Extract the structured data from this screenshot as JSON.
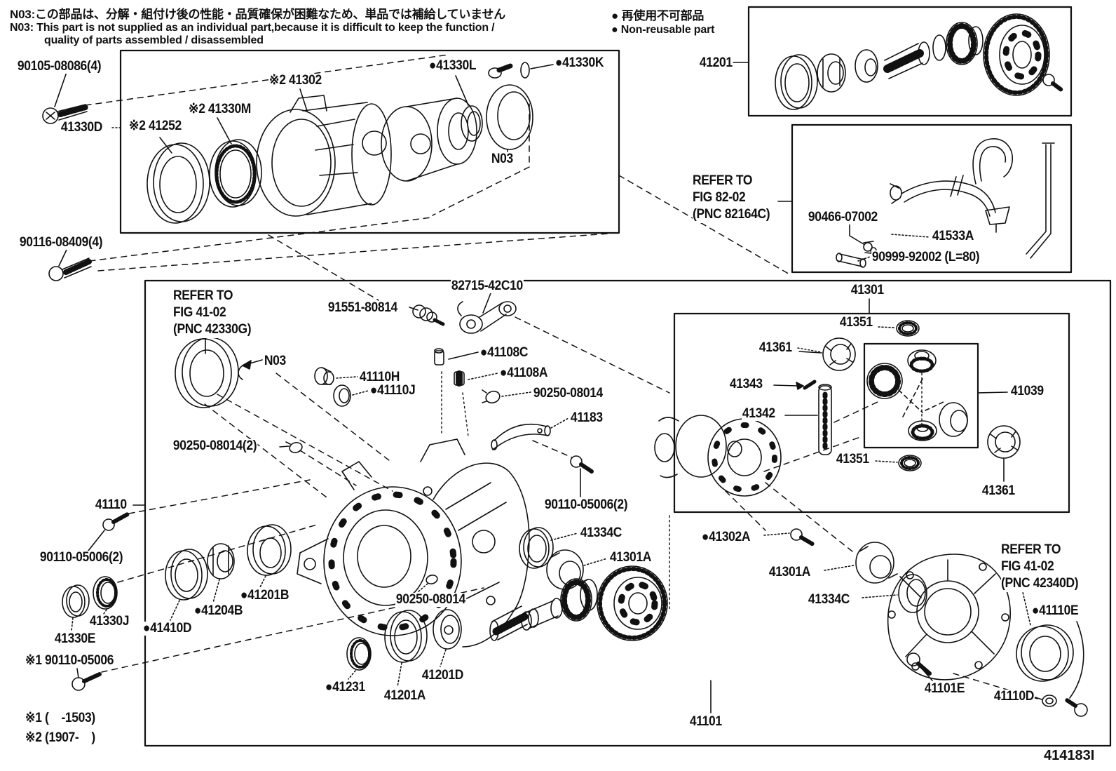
{
  "notes": {
    "jp": "N03:この部品は、分解・組付け後の性能・品質確保が困難なため、単品では補給していません",
    "en1": "N03: This part is not supplied as an individual part,because it is difficult to keep the function /",
    "en2": "quality of parts assembled / disassembled"
  },
  "legend": {
    "jp": "● 再使用不可部品",
    "en": "● Non-reusable part"
  },
  "refs": {
    "r1a": "REFER TO",
    "r1b": "FIG 82-02",
    "r1c": "(PNC 82164C)",
    "r2a": "REFER TO",
    "r2b": "FIG 41-02",
    "r2c": "(PNC 42330G)",
    "r3a": "REFER TO",
    "r3b": "FIG 41-02",
    "r3c": "(PNC 42340D)"
  },
  "footnotes": {
    "f1": "※1 (    -1503)",
    "f2": "※2 (1907-    )"
  },
  "diagram_code": "414183I",
  "labels": {
    "l01": "90105-08086(4)",
    "l02": "41330D",
    "l03": "※2 41252",
    "l04": "※2 41330M",
    "l05": "※2 41302",
    "l06": "●41330L",
    "l07": "●41330K",
    "l08": "N03",
    "l09": "41201",
    "l10": "90116-08409(4)",
    "l12": "90466-07002",
    "l13": "41533A",
    "l14": "90999-92002 (L=80)",
    "l15": "82715-42C10",
    "l16": "91551-80814",
    "l17": "41301",
    "l19": "N03",
    "l20": "●41108C",
    "l21": "●41108A",
    "l22": "41110H",
    "l23": "●41110J",
    "l24": "90250-08014",
    "l25": "41183",
    "l26": "41351",
    "l27": "41361",
    "l28": "41343",
    "l29": "41342",
    "l30": "41039",
    "l31": "41351",
    "l32": "41361",
    "l33": "90250-08014(2)",
    "l34": "41110",
    "l35": "90110-05006(2)",
    "l36": "90110-05006(2)",
    "l37": "41334C",
    "l38": "41301A",
    "l39": "●41302A",
    "l40": "41301A",
    "l41": "41334C",
    "l43": "●41110E",
    "l44": "41330J",
    "l45": "●41204B",
    "l46": "●41201B",
    "l47": "●41410D",
    "l48": "41330E",
    "l49": "※1 90110-05006",
    "l50": "●41231",
    "l51": "41201A",
    "l52": "41201D",
    "l53": "90250-08014",
    "l54": "41101E",
    "l55": "41110D",
    "l56": "41101",
    "l57": "※1 (    -1503)",
    "l58": "※2 (1907-    )"
  }
}
